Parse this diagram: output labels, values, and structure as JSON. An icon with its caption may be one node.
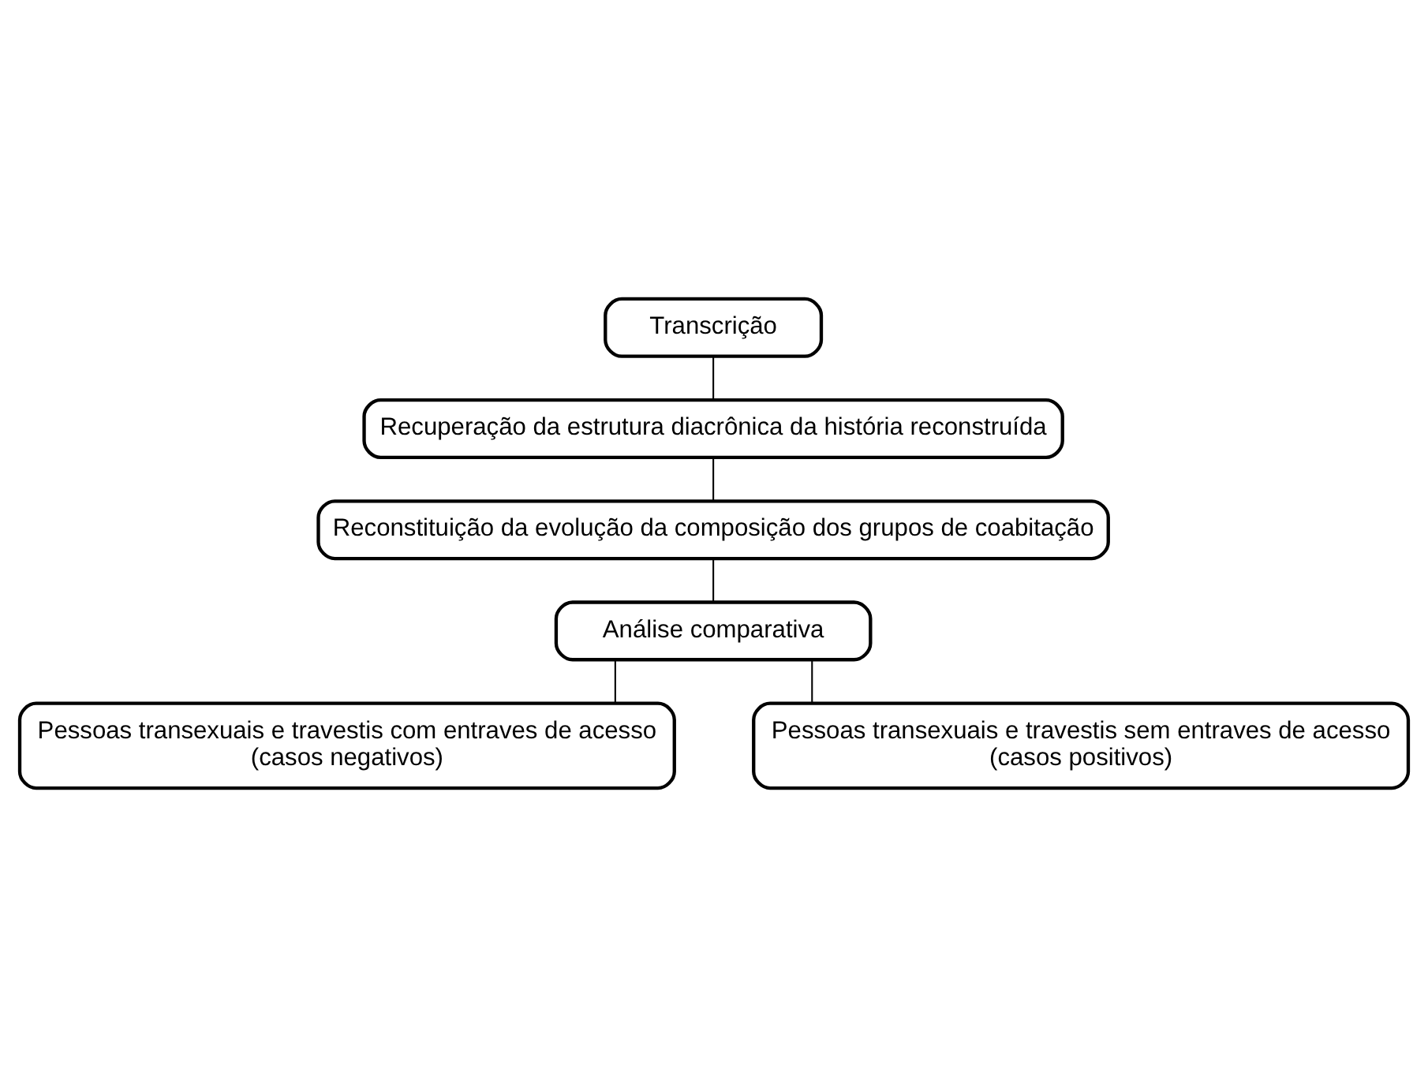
{
  "diagram": {
    "nodes": [
      {
        "text": [
          "Transcrição"
        ]
      },
      {
        "text": [
          "Recuperação da estrutura diacrônica da história reconstruída"
        ]
      },
      {
        "text": [
          "Reconstituição da evolução da composição dos grupos de coabitação"
        ]
      },
      {
        "text": [
          "Análise comparativa"
        ]
      },
      {
        "text": [
          "Pessoas transexuais e travestis com entraves de acesso",
          "(casos negativos)"
        ]
      },
      {
        "text": [
          "Pessoas transexuais e travestis sem entraves de acesso",
          "(casos positivos)"
        ]
      }
    ],
    "edges": [
      {
        "from": 0,
        "to": 1,
        "arrow": "none"
      },
      {
        "from": 1,
        "to": 2,
        "arrow": "none"
      },
      {
        "from": 2,
        "to": 3,
        "arrow": "none"
      },
      {
        "from": 3,
        "to": 4,
        "arrow": "none"
      },
      {
        "from": 3,
        "to": 5,
        "arrow": "none"
      }
    ]
  }
}
